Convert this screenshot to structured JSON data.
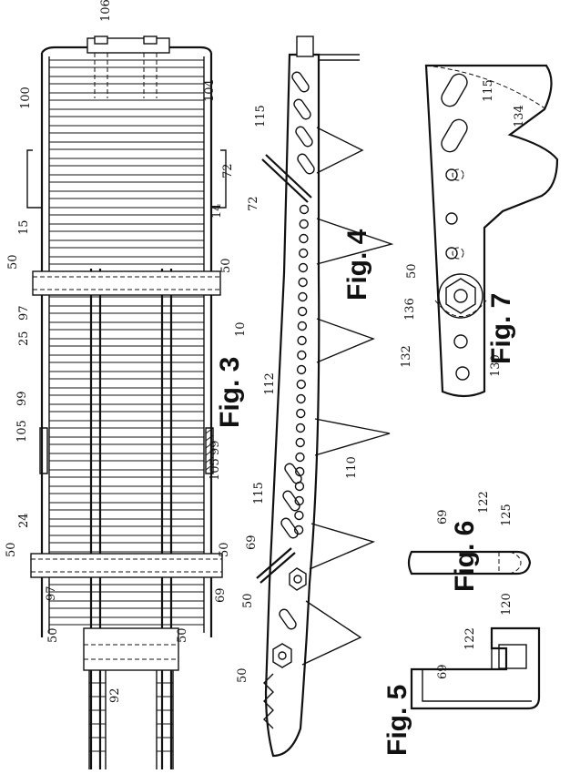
{
  "figures": [
    {
      "caption": "Fig. 3"
    },
    {
      "caption": "Fig. 4"
    },
    {
      "caption": "Fig. 5"
    },
    {
      "caption": "Fig. 6"
    },
    {
      "caption": "Fig. 7"
    }
  ],
  "reference_numerals": [
    "106",
    "100",
    "104",
    "72",
    "15",
    "14",
    "50",
    "97",
    "25",
    "10",
    "99",
    "105",
    "24",
    "69",
    "92",
    "115",
    "112",
    "110",
    "120",
    "122",
    "125",
    "134",
    "136",
    "132",
    "130"
  ]
}
